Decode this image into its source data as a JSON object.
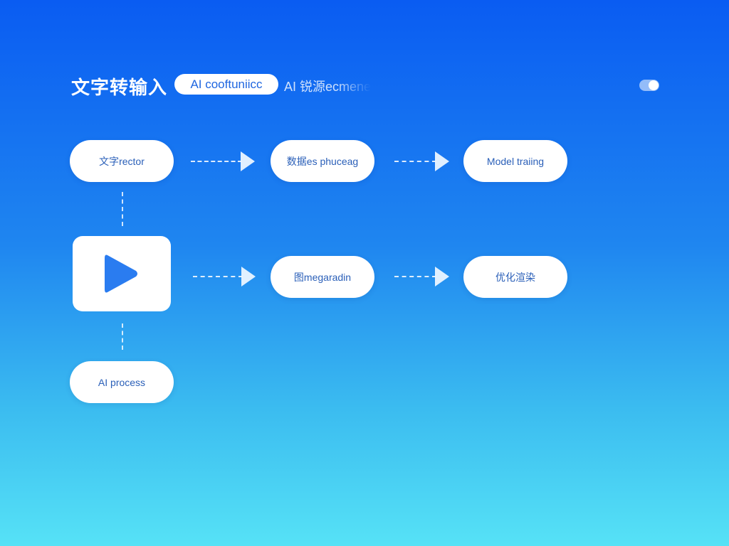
{
  "header": {
    "title": "文字转输入",
    "pill_label": "AI cooftuniicc",
    "faded_label": "AI 锐源ecmene",
    "toggle_on": true
  },
  "nodes": {
    "row1": [
      "文字rector",
      "数据es phuceag",
      "Model traiing"
    ],
    "row2": [
      "图megaradin",
      "优化渲染"
    ],
    "bottom": "AI process"
  },
  "icons": {
    "media": "play-icon"
  },
  "colors": {
    "background_top": "#0a5cf2",
    "background_bottom": "#56e2f6",
    "accent": "#2a7cf0"
  }
}
